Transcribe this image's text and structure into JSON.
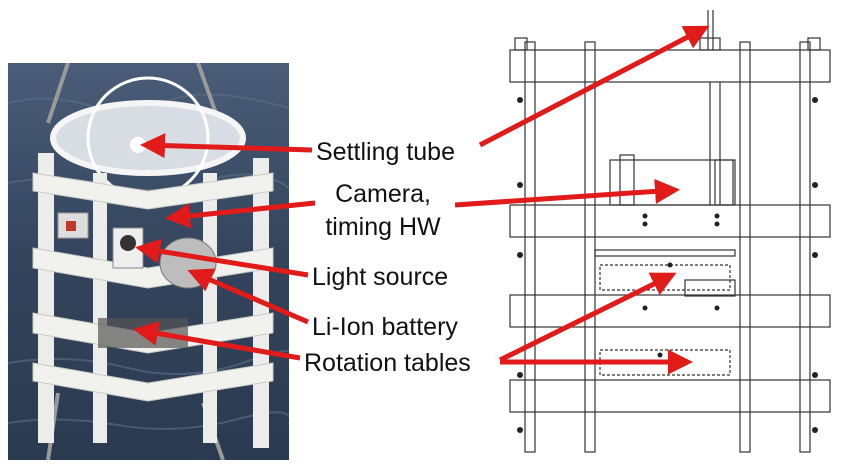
{
  "labels": {
    "settling_tube": "Settling tube",
    "camera_line1": "Camera,",
    "camera_line2": "timing HW",
    "light_source": "Light source",
    "battery": "Li-Ion battery",
    "rotation_tables": "Rotation tables"
  },
  "colors": {
    "arrow": "#e11a1a",
    "sea": "#3b4d66",
    "frame": "#f1f1ee",
    "line": "#333333"
  }
}
